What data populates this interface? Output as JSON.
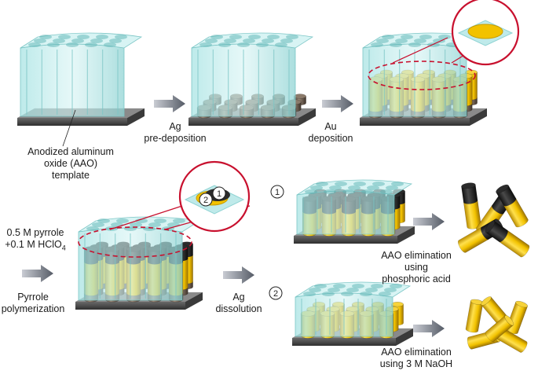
{
  "labels": {
    "aao_template": [
      "Anodized aluminum",
      "oxide (AAO)",
      "template"
    ],
    "ag_predeposition": [
      "Ag",
      "pre-deposition"
    ],
    "au_deposition": [
      "Au",
      "deposition"
    ],
    "pyrrole_conditions": [
      "0.5 M pyrrole",
      "+0.1 M HClO",
      "4"
    ],
    "pyrrole_polymerization": [
      "Pyrrole",
      "polymerization"
    ],
    "ag_dissolution": [
      "Ag",
      "dissolution"
    ],
    "route1_elimination": [
      "AAO elimination",
      "using",
      "phosphoric acid"
    ],
    "route2_elimination": [
      "AAO elimination",
      "using 3 M NaOH"
    ]
  },
  "badges": {
    "route1": "1",
    "route2": "2",
    "zoom_au": "2",
    "zoom_ppy": "1"
  },
  "colors": {
    "template": "#8fd8d8",
    "substrate": "#4a4a4a",
    "gold": "#f2c200",
    "silver": "#7a6a5c",
    "polymer": "#2b2b2b",
    "zoom_ring": "#c8102e",
    "arrow": "#6e7480"
  }
}
